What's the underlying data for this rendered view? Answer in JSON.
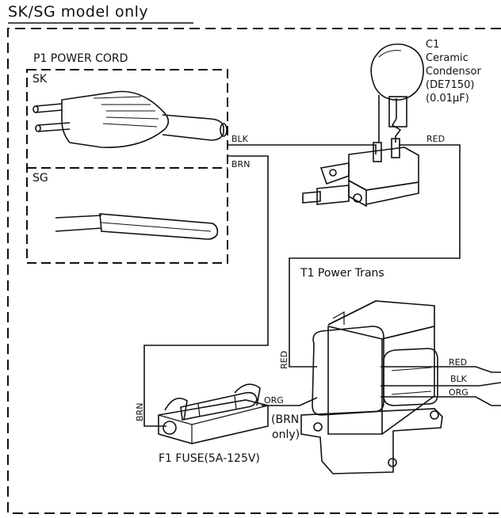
{
  "header": {
    "title": "SK/SG model only"
  },
  "power_cord": {
    "title": "P1 POWER CORD",
    "sk_label": "SK",
    "sg_label": "SG"
  },
  "capacitor": {
    "ref": "C1",
    "lines": [
      "Ceramic",
      "Condensor",
      "(DE7150)",
      "(0.01μF)"
    ]
  },
  "transformer": {
    "title": "T1 Power Trans"
  },
  "fuse": {
    "title": "F1 FUSE(5A-125V)"
  },
  "wires": {
    "blk_top": "BLK",
    "brn_top": "BRN",
    "red_top": "RED",
    "red_left": "RED",
    "brn_left": "BRN",
    "org_fuse": "ORG",
    "brn_only_1": "(BRN",
    "brn_only_2": "only)",
    "red_right": "RED",
    "blk_right": "BLK",
    "org_right": "ORG"
  }
}
